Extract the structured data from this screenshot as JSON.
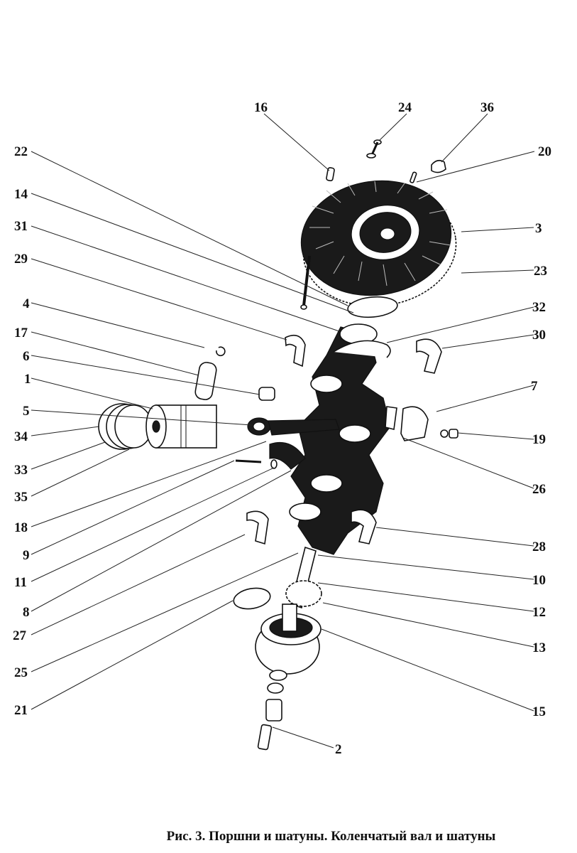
{
  "figure": {
    "caption": "Рис. 3. Поршни и шатуны. Коленчатый вал и шатуны",
    "callouts": [
      {
        "id": "16",
        "label": "16"
      },
      {
        "id": "24",
        "label": "24"
      },
      {
        "id": "36",
        "label": "36"
      },
      {
        "id": "20",
        "label": "20"
      },
      {
        "id": "22",
        "label": "22"
      },
      {
        "id": "3",
        "label": "3"
      },
      {
        "id": "14",
        "label": "14"
      },
      {
        "id": "23",
        "label": "23"
      },
      {
        "id": "31",
        "label": "31"
      },
      {
        "id": "29",
        "label": "29"
      },
      {
        "id": "32",
        "label": "32"
      },
      {
        "id": "4",
        "label": "4"
      },
      {
        "id": "30",
        "label": "30"
      },
      {
        "id": "17",
        "label": "17"
      },
      {
        "id": "6",
        "label": "6"
      },
      {
        "id": "7",
        "label": "7"
      },
      {
        "id": "1",
        "label": "1"
      },
      {
        "id": "5",
        "label": "5"
      },
      {
        "id": "19",
        "label": "19"
      },
      {
        "id": "34",
        "label": "34"
      },
      {
        "id": "33",
        "label": "33"
      },
      {
        "id": "26",
        "label": "26"
      },
      {
        "id": "35",
        "label": "35"
      },
      {
        "id": "18",
        "label": "18"
      },
      {
        "id": "9",
        "label": "9"
      },
      {
        "id": "28",
        "label": "28"
      },
      {
        "id": "11",
        "label": "11"
      },
      {
        "id": "10",
        "label": "10"
      },
      {
        "id": "8",
        "label": "8"
      },
      {
        "id": "12",
        "label": "12"
      },
      {
        "id": "27",
        "label": "27"
      },
      {
        "id": "13",
        "label": "13"
      },
      {
        "id": "25",
        "label": "25"
      },
      {
        "id": "21",
        "label": "21"
      },
      {
        "id": "15",
        "label": "15"
      },
      {
        "id": "2",
        "label": "2"
      }
    ],
    "parts": [
      "flywheel",
      "ring-gear",
      "crankshaft",
      "piston",
      "piston-rings",
      "piston-pin",
      "connecting-rod",
      "connecting-rod-cap",
      "main-bearing-shells",
      "pulley",
      "timing-gears",
      "thrust-washer",
      "crankshaft-bolt"
    ]
  }
}
